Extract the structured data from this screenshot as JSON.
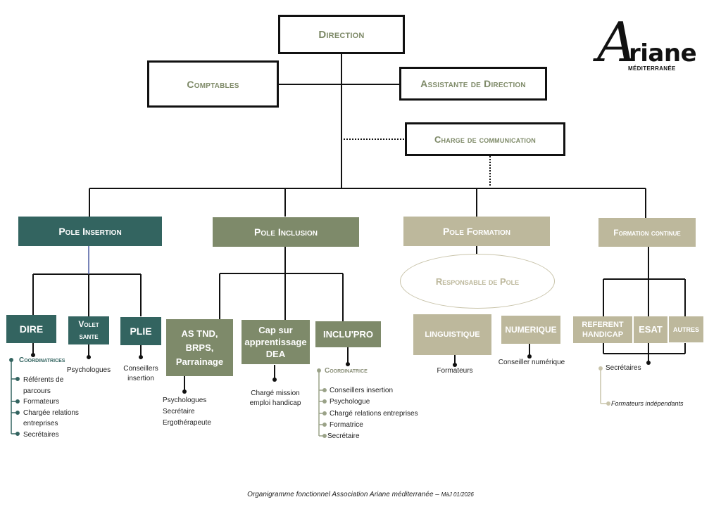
{
  "colors": {
    "teal": "#336460",
    "olive": "#7e8a6a",
    "beige": "#bdb89c",
    "outline_text": "#7e8a68",
    "line": "#111111"
  },
  "logo": {
    "initial": "A",
    "name_rest": "riane",
    "subtitle": "MÉDITERRANÉE"
  },
  "top": {
    "direction": "Direction",
    "comptables": "Comptables",
    "assistante": "Assistante de Direction",
    "communication": "Charge de communication"
  },
  "poles": {
    "insertion": {
      "label": "Pole Insertion",
      "units": {
        "dire": {
          "label": "DIRE",
          "head": "Coordinatrices",
          "items": [
            "Référents de",
            "parcours",
            "Formateurs",
            "Chargée relations",
            "entreprises",
            "Secrétaires"
          ]
        },
        "volet": {
          "label_line1": "Volet",
          "label_line2": "sante",
          "staff": "Psychologues"
        },
        "plie": {
          "label": "PLIE",
          "staff_line1": "Conseillers",
          "staff_line2": "insertion"
        }
      }
    },
    "inclusion": {
      "label": "Pole Inclusion",
      "units": {
        "astnd": {
          "label_line1": "AS TND,",
          "label_line2": "BRPS,",
          "label_line3": "Parrainage",
          "staff": [
            "Psychologues",
            "Secrétaire",
            "Ergothérapeute"
          ]
        },
        "cap": {
          "label_line1": "Cap sur",
          "label_line2": "apprentissage",
          "label_line3": "DEA",
          "staff_line1": "Chargé mission",
          "staff_line2": "emploi handicap"
        },
        "incluepro": {
          "label": "INCLU'PRO",
          "head": "Coordinatrice",
          "items": [
            "Conseillers insertion",
            "Psychologue",
            "Chargé relations entreprises",
            "Formatrice",
            "Secrétaire"
          ]
        }
      }
    },
    "formation": {
      "label": "Pole Formation",
      "responsable": "Responsable de Pole",
      "units": {
        "linguistique": {
          "label": "LINGUISTIQUE",
          "staff": "Formateurs"
        },
        "numerique": {
          "label": "NUMERIQUE",
          "staff": "Conseiller numérique"
        }
      }
    },
    "continue": {
      "label": "Formation continue",
      "units": {
        "referent": {
          "label_line1": "REFERENT",
          "label_line2": "HANDICAP"
        },
        "esat": {
          "label": "ESAT"
        },
        "autres": {
          "label": "AUTRES"
        }
      },
      "staff": [
        "Secrétaires",
        "Formateurs indépendants"
      ]
    }
  },
  "footer": {
    "main": "Organigramme fonctionnel Association Ariane méditerranée – ",
    "update": "MàJ 01/2026"
  }
}
